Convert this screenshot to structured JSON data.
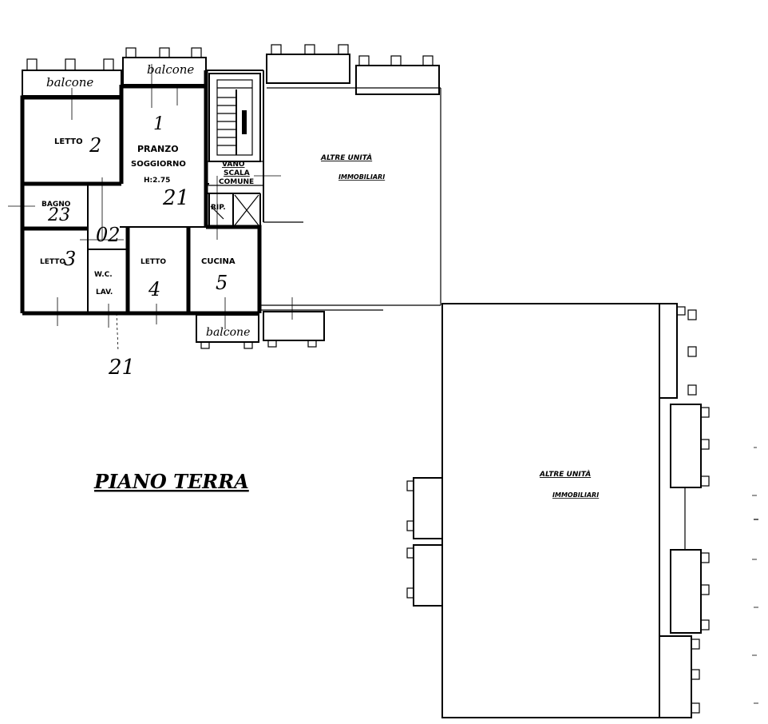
{
  "plan": {
    "title": "PIANO TERRA",
    "balconies": [
      "balcone",
      "balcone",
      "balcone"
    ],
    "rooms": {
      "letto2": "LETTO",
      "letto2_num": "2",
      "pranzo": "PRANZO",
      "soggiorno": "SOGGIORNO",
      "height": "H:2.75",
      "num1": "1",
      "num21": "21",
      "bagno": "BAGNO",
      "num23": "23",
      "num02": "02",
      "letto3": "LETTO",
      "letto3_num": "3",
      "wc": "W.C.",
      "lav": "LAV.",
      "letto4": "LETTO",
      "letto4_num": "4",
      "cucina": "CUCINA",
      "cucina_num": "5",
      "num_bottom": "21",
      "rip": "RIP."
    },
    "vano": [
      "VANO",
      "SCALA",
      "COMUNE"
    ],
    "altre_top": [
      "ALTRE UNITÀ",
      "IMMOBILIARI"
    ],
    "altre_right": [
      "ALTRE UNITÀ",
      "IMMOBILIARI"
    ]
  }
}
